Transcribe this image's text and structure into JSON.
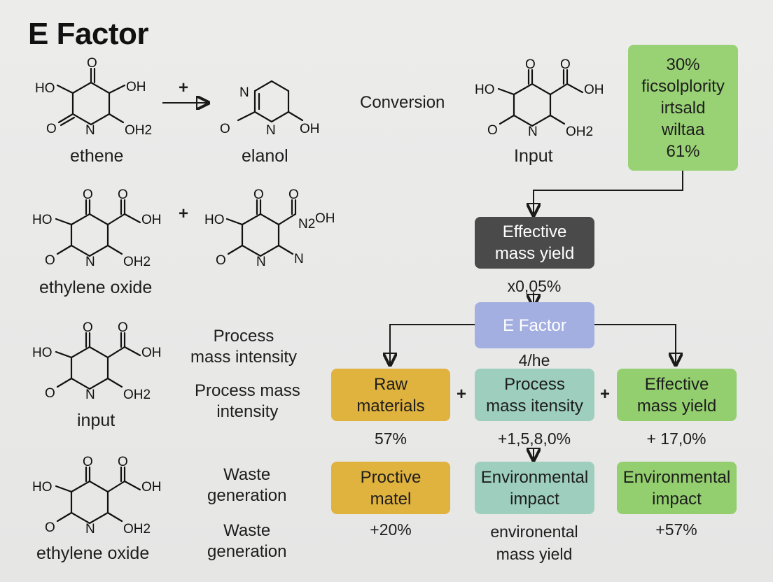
{
  "title": "E Factor",
  "left_column": {
    "row1": {
      "mol1_label": "ethene",
      "plus": "+",
      "mol2_label": "elanol",
      "mol1_atoms": [
        "HO",
        "O",
        "OH",
        "O",
        "N",
        "OH2"
      ],
      "mol2_atoms": [
        "N",
        "O",
        "N",
        "OH"
      ]
    },
    "row2": {
      "mol1_label": "ethylene oxide",
      "plus": "+",
      "mol1_atoms": [
        "HO",
        "O",
        "O",
        "OH",
        "O",
        "N",
        "OH2"
      ],
      "mol2_atoms": [
        "HO",
        "O",
        "O",
        "N2",
        "OH",
        "O",
        "N",
        "N"
      ]
    },
    "row3": {
      "mol_label": "input",
      "mol_atoms": [
        "HO",
        "O",
        "O",
        "OH",
        "O",
        "N",
        "OH2"
      ]
    },
    "row4": {
      "mol_label": "ethylene oxide",
      "mol_atoms": [
        "HO",
        "O",
        "O",
        "OH",
        "O",
        "N",
        "OH2"
      ]
    }
  },
  "middle_labels": {
    "conversion": "Conversion",
    "pmi_1": "Process\nmass intensity",
    "pmi_2": "Process mass\nintensity",
    "waste_1": "Waste\ngeneration",
    "waste_2": "Waste\ngeneration"
  },
  "right_top": {
    "input_label": "Input",
    "input_atoms": [
      "HO",
      "O",
      "O",
      "OH",
      "O",
      "N",
      "OH2"
    ],
    "green_box": "30%\nficsolplority\nirtsald\nwiltaa\n61%"
  },
  "flow": {
    "effective_box": "Effective\nmass yield",
    "effective_pct": "x0,05%",
    "efactor_box": "E Factor",
    "efactor_sub": "4/he",
    "plus": "+",
    "row_a": [
      {
        "label": "Raw\nmaterials",
        "pct": "57%",
        "color": "#e0b23e"
      },
      {
        "label": "Process\nmass itensity",
        "pct": "+1,5,8,0%",
        "color": "#9ecfbe"
      },
      {
        "label": "Effective\nmass yield",
        "pct": "+ 17,0%",
        "color": "#93cf6e"
      }
    ],
    "row_b": [
      {
        "label": "Proctive\nmatel",
        "pct": "+20%",
        "color": "#e0b23e"
      },
      {
        "label": "Environmental\nimpact",
        "pct": "environental\nmass yield",
        "color": "#9ecfbe"
      },
      {
        "label": "Environmental\nimpact",
        "pct": "+57%",
        "color": "#93cf6e"
      }
    ]
  },
  "colors": {
    "dark_box": "#4a4a4a",
    "efactor_box": "#a3afe0",
    "green_box": "#99d274"
  }
}
